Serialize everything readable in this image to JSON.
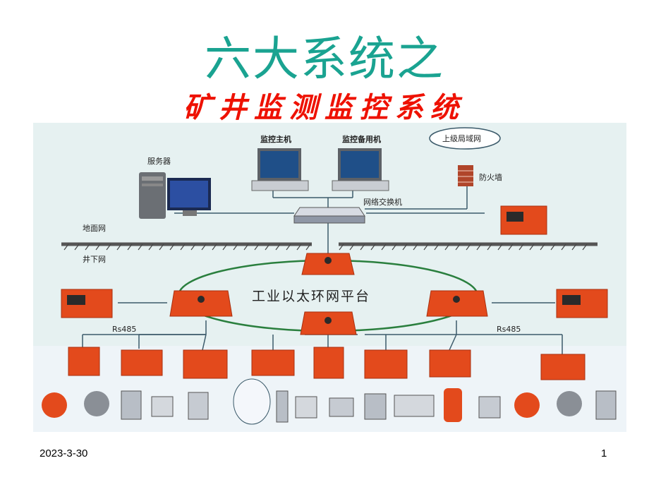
{
  "slide": {
    "title": "六大系统之",
    "subtitle": "矿井监测监控系统",
    "date": "2023-3-30",
    "page_number": "1"
  },
  "diagram": {
    "labels": {
      "server": "服务器",
      "main_pc": "监控主机",
      "backup_pc": "监控备用机",
      "upper_lan": "上级局域网",
      "firewall": "防火墙",
      "switch": "网络交换机",
      "surface_net": "地面网",
      "underground_net": "井下网",
      "ring_platform": "工业以太环网平台",
      "rs485_left": "Rs485",
      "rs485_right": "Rs485"
    },
    "colors": {
      "background": "#e6f1f1",
      "bottom_band": "#eef4f8",
      "station": "#e34a1c",
      "station_dark": "#a8300f",
      "ring": "#2a7f3e",
      "line": "#3b5a6a",
      "title": "#1aa391",
      "subtitle": "#ee1100"
    }
  }
}
